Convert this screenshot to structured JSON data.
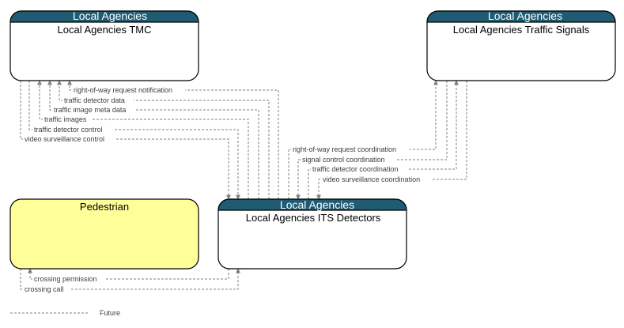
{
  "nodes": {
    "tmc": {
      "group": "Local Agencies",
      "name": "Local Agencies TMC"
    },
    "signals": {
      "group": "Local Agencies",
      "name": "Local Agencies Traffic Signals"
    },
    "pedestrian": {
      "name": "Pedestrian"
    },
    "its": {
      "group": "Local Agencies",
      "name": "Local Agencies ITS Detectors"
    }
  },
  "flows": {
    "tmc_its": [
      "right-of-way request notification",
      "traffic detector data",
      "traffic image meta data",
      "traffic images",
      "traffic detector control",
      "video surveillance control"
    ],
    "signals_its": [
      "right-of-way request coordination",
      "signal control coordination",
      "traffic detector coordination",
      "video surveillance coordination"
    ],
    "ped_its": [
      "crossing permission",
      "crossing call"
    ]
  },
  "legend": {
    "future": "Future"
  },
  "colors": {
    "header": "#1f5c73",
    "pedestrian_fill": "#ffff99",
    "flow_line": "#808080"
  }
}
